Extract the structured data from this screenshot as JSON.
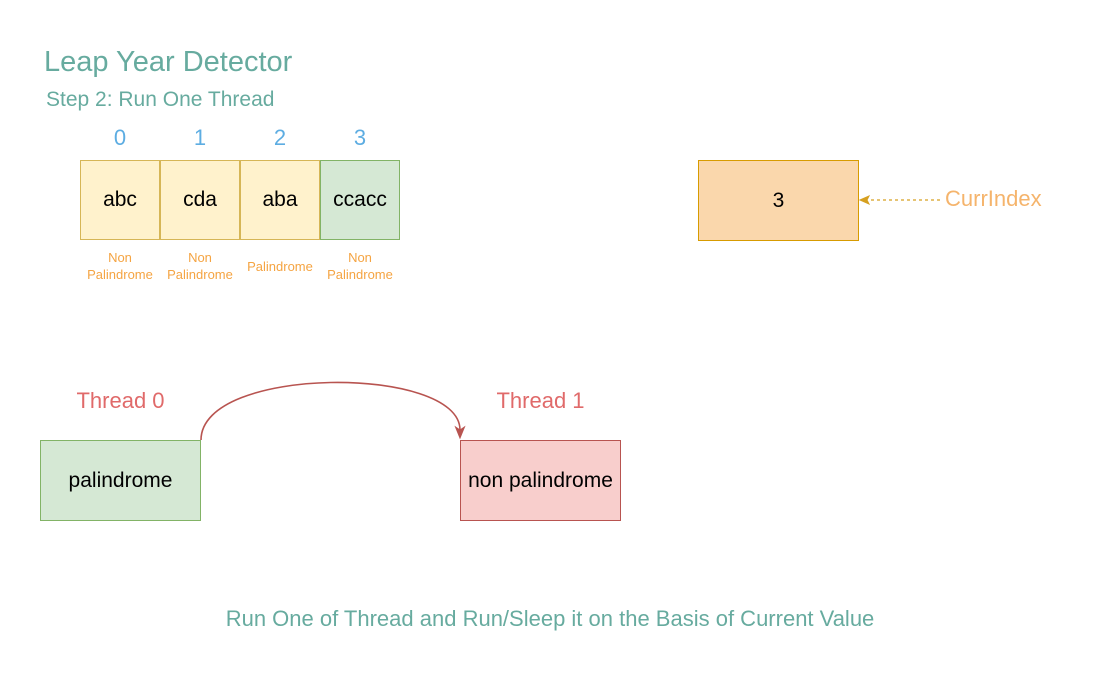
{
  "title": "Leap Year Detector",
  "subtitle": "Step 2: Run One Thread",
  "array": {
    "indices": [
      "0",
      "1",
      "2",
      "3"
    ],
    "cells": [
      {
        "value": "abc",
        "caption": "Non\nPalindrome"
      },
      {
        "value": "cda",
        "caption": "Non\nPalindrome"
      },
      {
        "value": "aba",
        "caption": "Palindrome"
      },
      {
        "value": "ccacc",
        "caption": "Non\nPalindrome"
      }
    ],
    "highlighted_index": 3
  },
  "curr_index": {
    "value": "3",
    "label": "CurrIndex"
  },
  "threads": [
    {
      "label": "Thread 0",
      "text": "palindrome"
    },
    {
      "label": "Thread 1",
      "text": "non palindrome"
    }
  ],
  "footer": "Run One of Thread and Run/Sleep it on the Basis of Current Value",
  "colors": {
    "title": "#67AB9F",
    "index": "#5DADE2",
    "cell_default": "#FFF2CC",
    "cell_current": "#D5E8D4",
    "caption": "#F5A442",
    "curr_box": "#FAD7AC",
    "curr_label": "#F5B46C",
    "thread_label": "#E06A6A",
    "thread_active": "#D5E8D4",
    "thread_waiting": "#F8CECC",
    "arrow_thread": "#B85450",
    "arrow_curr": "#D6A020"
  }
}
